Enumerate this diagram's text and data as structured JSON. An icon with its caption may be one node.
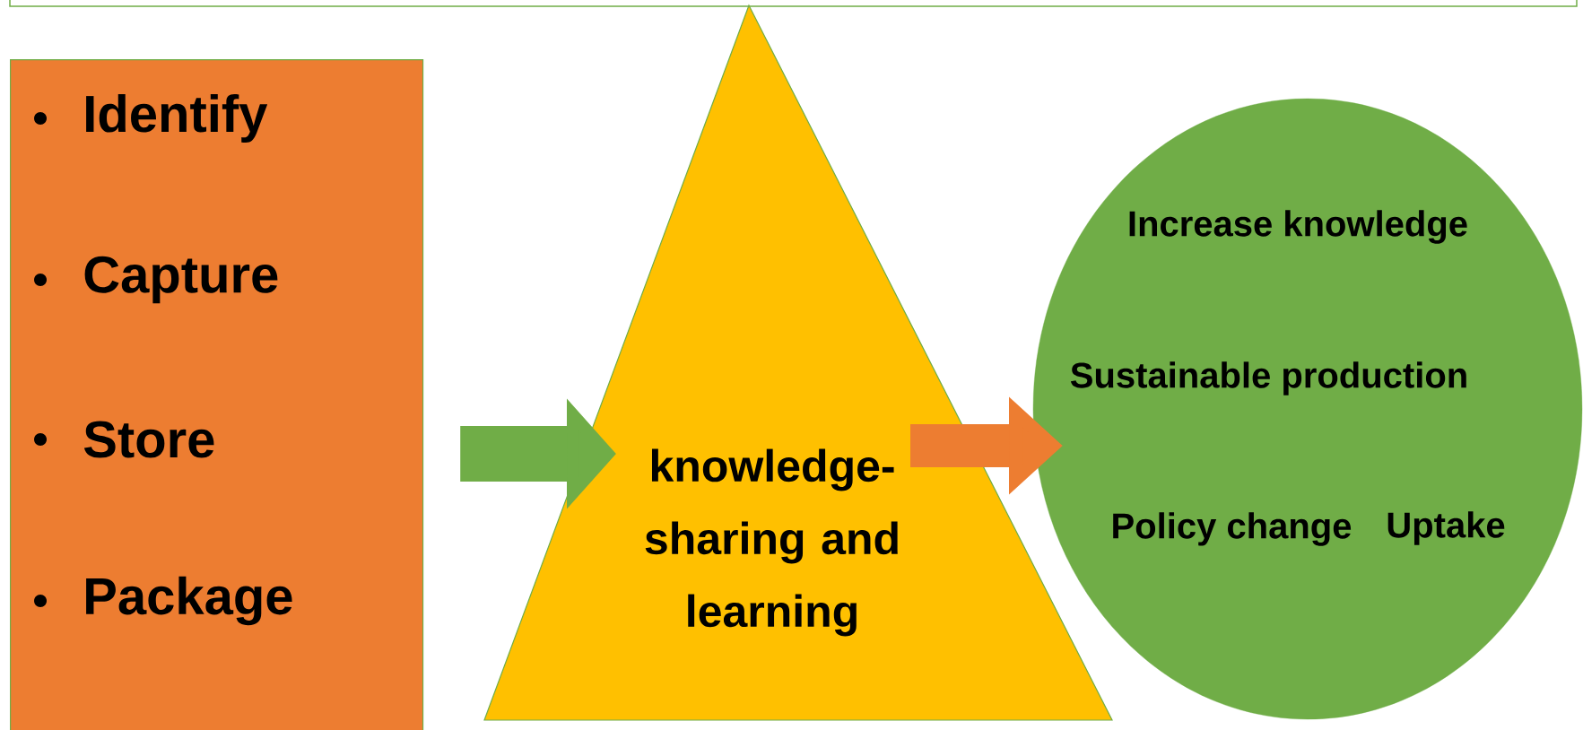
{
  "diagram": {
    "nodes": [
      {
        "text": [
          "Identify",
          "Capture",
          "Store",
          "Package"
        ]
      },
      {
        "text": [
          "knowledge-sharing and learning"
        ]
      },
      {
        "text": [
          "Increase knowledge",
          "Sustainable production",
          "Policy change",
          "Uptake"
        ]
      }
    ],
    "edges": [
      {
        "from": 0,
        "to": 1,
        "arrow": "to",
        "color": "#70ad47"
      },
      {
        "from": 1,
        "to": 2,
        "arrow": "to",
        "color": "#ed7d31"
      }
    ]
  }
}
